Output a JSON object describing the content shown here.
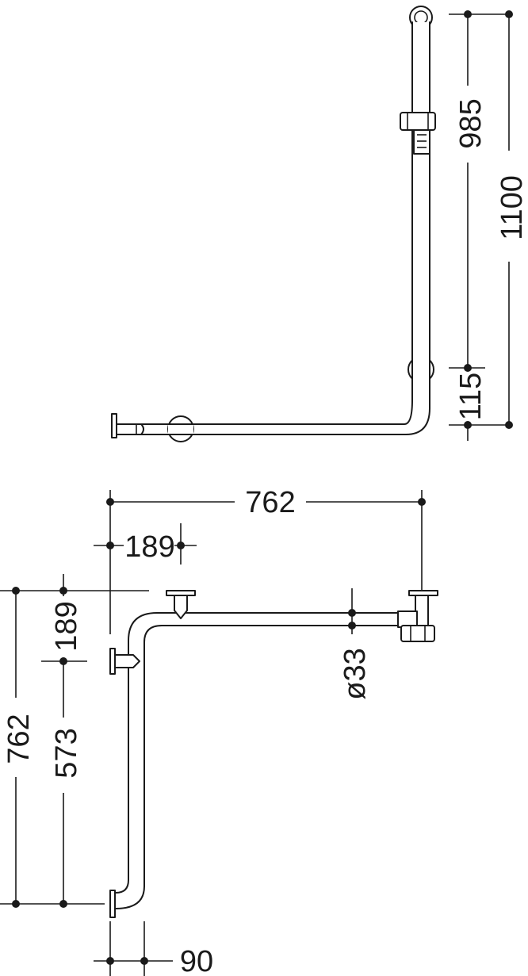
{
  "top_view": {
    "dim_985": "985",
    "dim_1100": "1100",
    "dim_115": "115"
  },
  "bottom_view": {
    "dim_762_horizontal": "762",
    "dim_189_horizontal": "189",
    "dim_762_vertical": "762",
    "dim_189_vertical": "189",
    "dim_573": "573",
    "dim_diameter": "ø33",
    "dim_90": "90"
  },
  "colors": {
    "ink": "#1a1a1a",
    "background": "#ffffff"
  }
}
